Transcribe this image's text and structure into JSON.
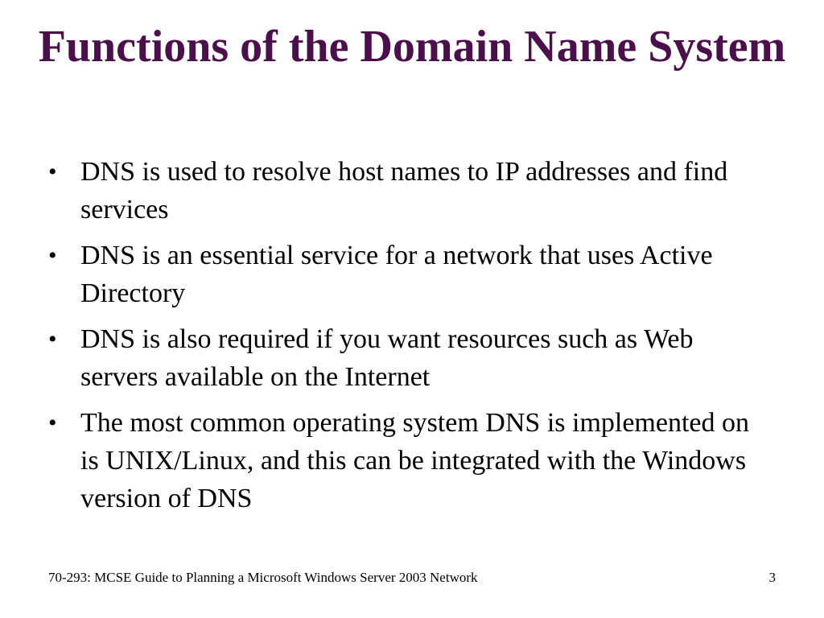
{
  "slide": {
    "title": "Functions of the Domain Name System",
    "bullet_marker": "•",
    "bullets": [
      "DNS is used to resolve host names to IP addresses and find services",
      "DNS is an essential service for a network that uses Active Directory",
      "DNS is also required if you want resources such as Web servers available on the Internet",
      "The most common operating system DNS is implemented on is UNIX/Linux, and this can be integrated with the Windows version of DNS"
    ],
    "footer": "70-293: MCSE Guide to Planning a Microsoft Windows Server 2003 Network",
    "page_number": "3"
  },
  "colors": {
    "title": "#4b0f4b",
    "text": "#000000",
    "background": "#ffffff"
  }
}
